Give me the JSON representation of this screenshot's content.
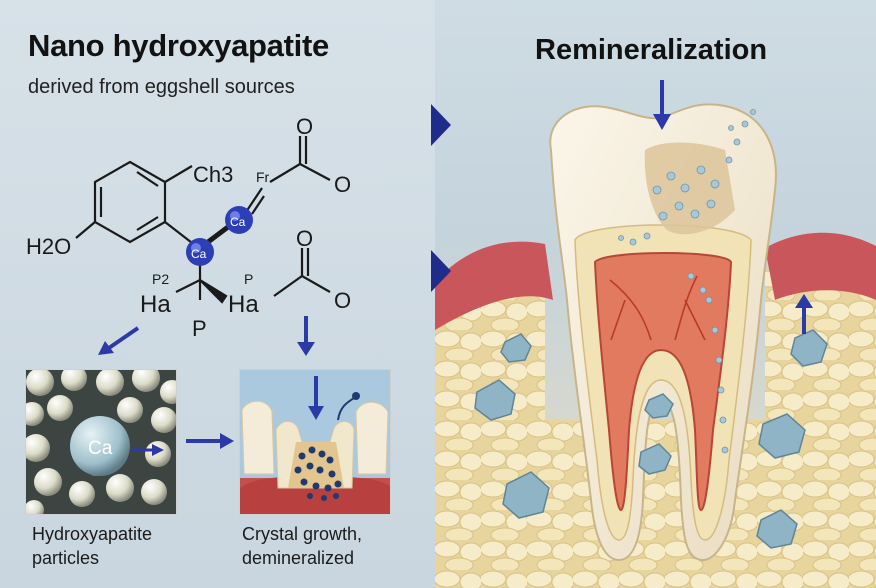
{
  "left": {
    "title": "Nano hydroxyapatite",
    "subtitle": "derived from eggshell sources",
    "molecule": {
      "ch3": "Ch3",
      "h2o": "H2O",
      "fr": "Fr",
      "ca_top": "Ca",
      "ca_center": "Ca",
      "p2": "P2",
      "p_right": "P",
      "ha_left": "Ha",
      "ha_right": "Ha",
      "p_bottom": "P",
      "o_top_1": "O",
      "o_right_1": "O",
      "o_top_2": "O",
      "o_right_2": "O"
    },
    "particles_tile": {
      "ca_label": "Ca"
    },
    "caption_particles": [
      "Hydroxyapatite",
      "particles"
    ],
    "caption_growth": [
      "Crystal growth,",
      "demineralized"
    ]
  },
  "right": {
    "title": "Remineralization"
  },
  "colors": {
    "arrow_blue": "#2b3aa6",
    "ca_sphere": "#2c3fb7",
    "enamel": "#f3ead6",
    "pulp": "#d9584a",
    "gum": "#c9565a",
    "crystal": "#8fb4c6",
    "bone": "#efe1b0"
  }
}
